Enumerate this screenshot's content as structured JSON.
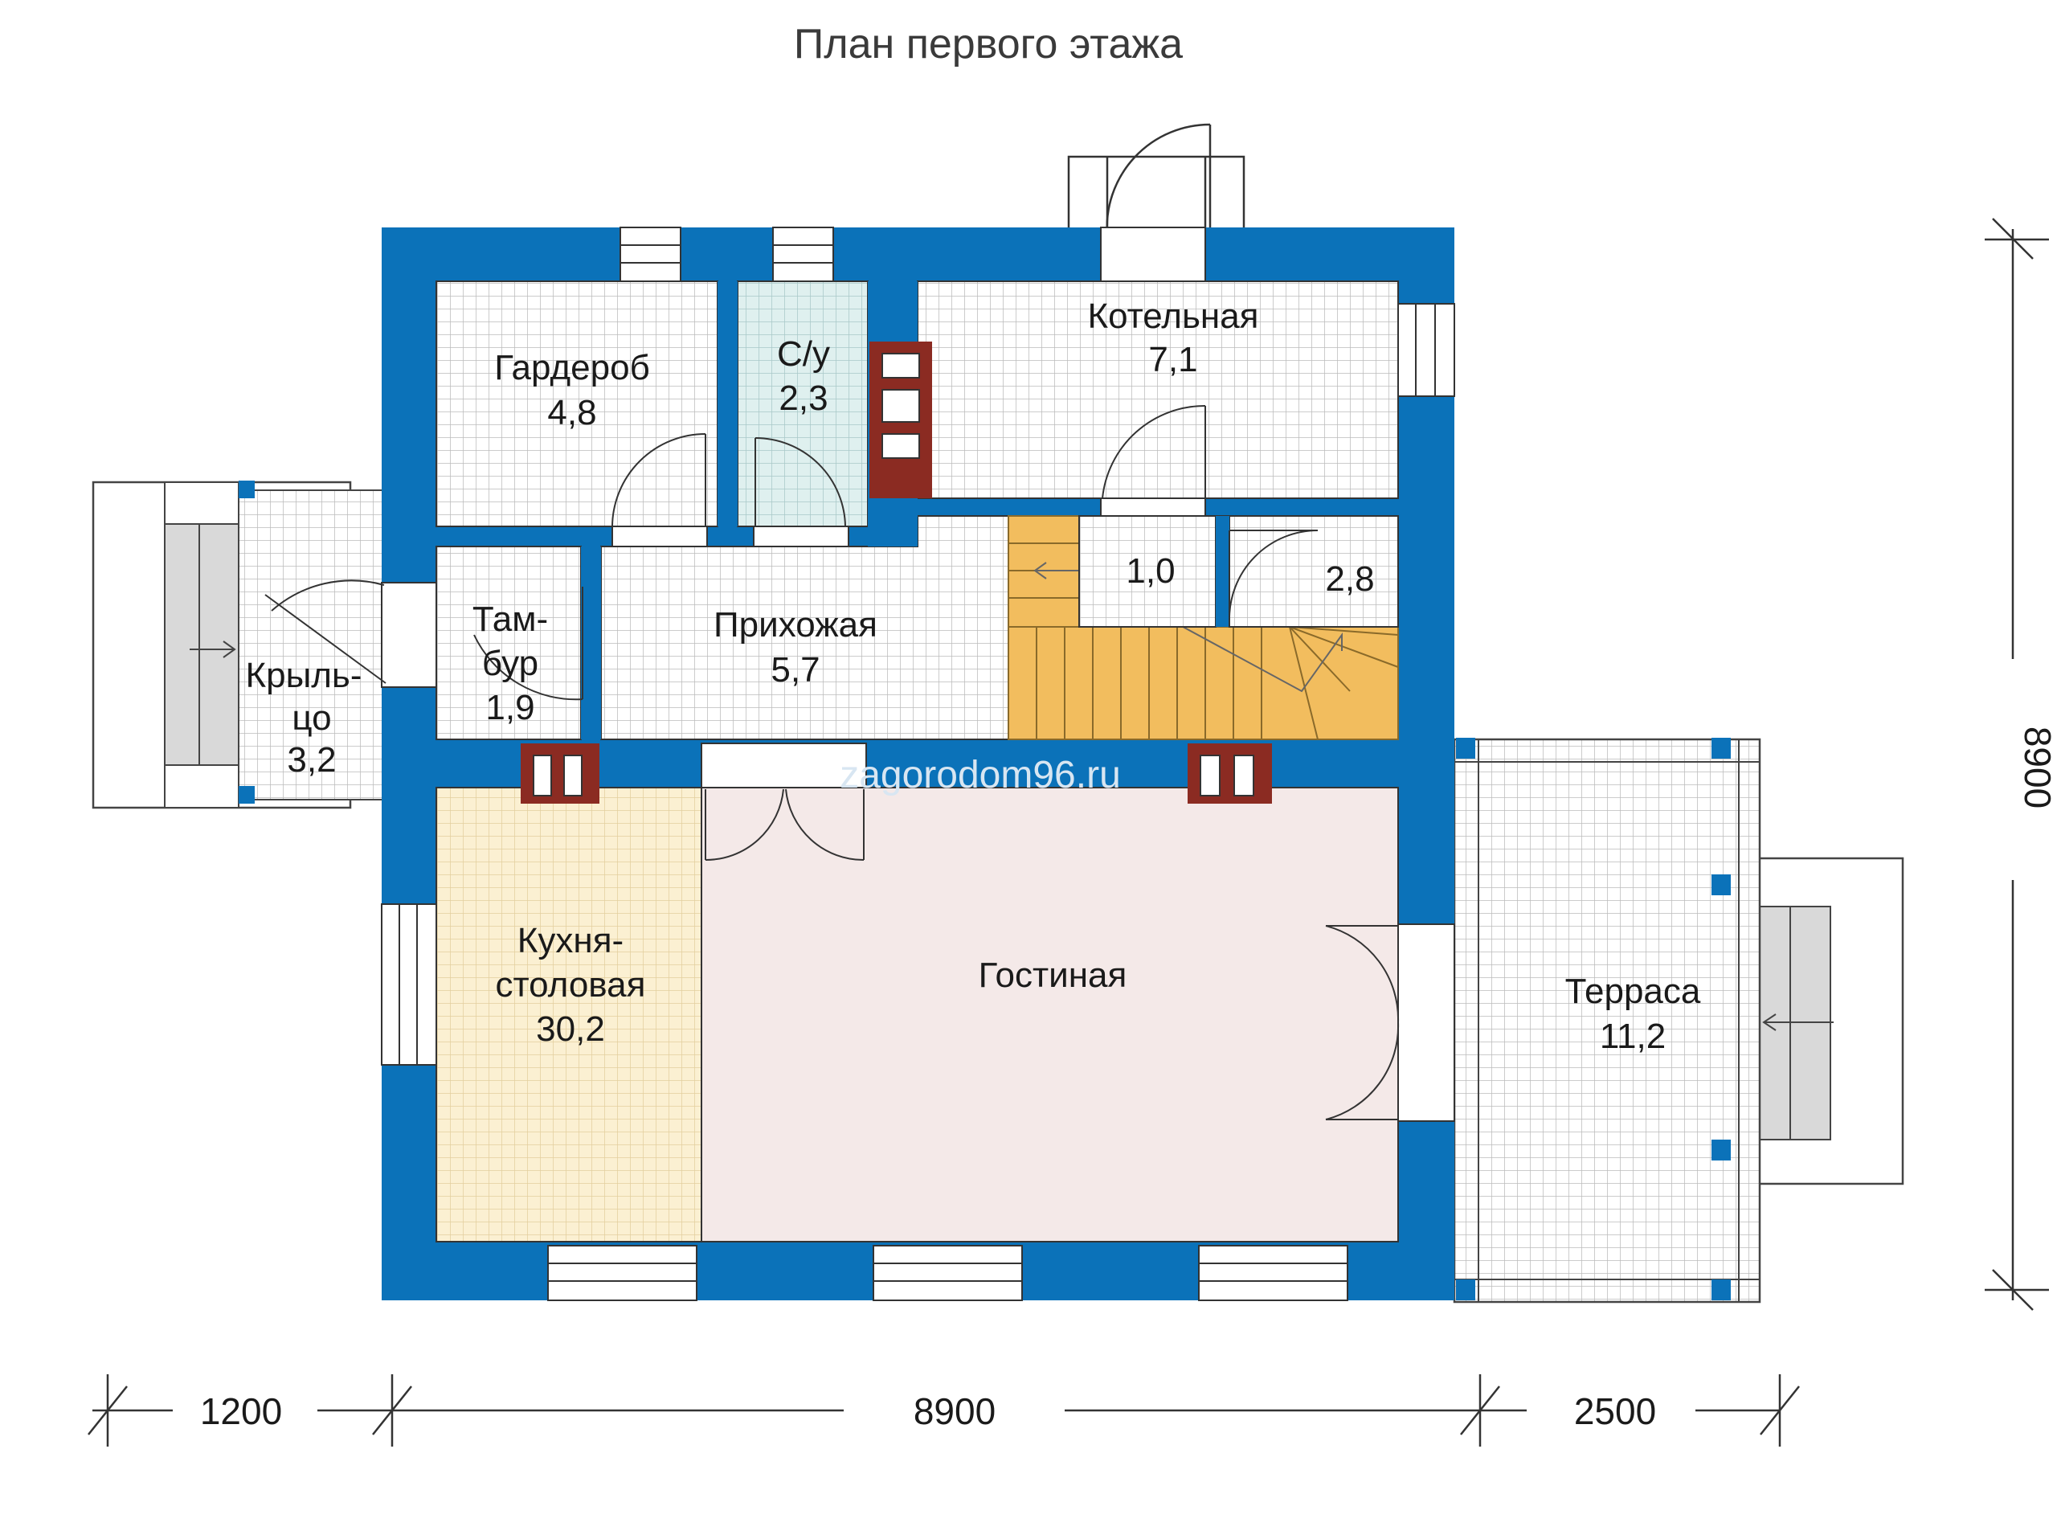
{
  "title": "План первого этажа",
  "watermark": "zagorodom96.ru",
  "colors": {
    "wall": "#0b72b9",
    "grid_tile": "#ffffff",
    "grid_line": "#bcbcbc",
    "bath_tile": "#dff0ef",
    "kitchen_tile": "#fbf0d2",
    "living_floor": "#f4e9e8",
    "stairs": "#f2bd5e",
    "chimney": "#8b2b22",
    "steps": "#d9d9d9",
    "watermark": "#d8e6f2"
  },
  "rooms": {
    "garderob": {
      "name": "Гардероб",
      "area": "4,8"
    },
    "bath": {
      "name": "С/у",
      "area": "2,3"
    },
    "boiler": {
      "name": "Котельная",
      "area": "7,1"
    },
    "closet_small": {
      "area": "1,0"
    },
    "closet_stair": {
      "area": "2,8"
    },
    "vestibule": {
      "name_line1": "Там-",
      "name_line2": "бур",
      "area": "1,9"
    },
    "hall": {
      "name": "Прихожая",
      "area": "5,7"
    },
    "porch": {
      "name_line1": "Крыль-",
      "name_line2": "цо",
      "area": "3,2"
    },
    "kitchen": {
      "name_line1": "Кухня-",
      "name_line2": "столовая",
      "area": "30,2"
    },
    "living": {
      "name": "Гостиная"
    },
    "terrace": {
      "name": "Терраса",
      "area": "11,2"
    }
  },
  "dimensions": {
    "porch_width": "1200",
    "house_width": "8900",
    "terrace_width": "2500",
    "house_depth": "8900"
  }
}
